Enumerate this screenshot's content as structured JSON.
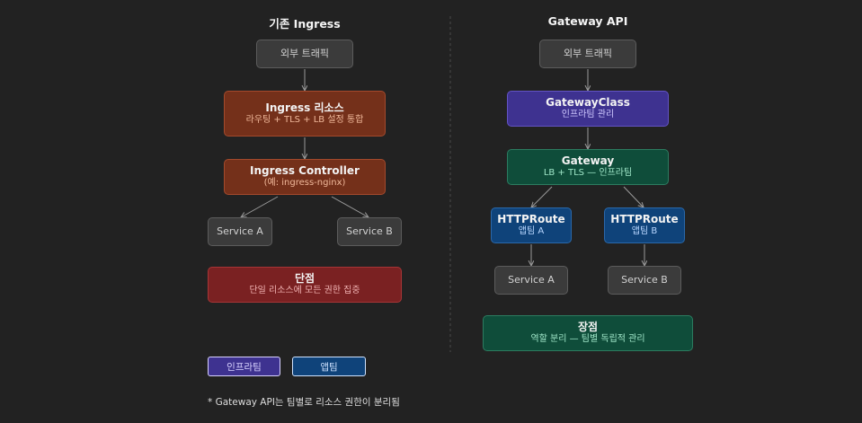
{
  "left": {
    "title": "기존 Ingress",
    "traffic": "외부 트래픽",
    "ingress_resource": {
      "title": "Ingress 리소스",
      "subtitle": "라우팅 + TLS + LB 설정 통합"
    },
    "controller": {
      "title": "Ingress Controller",
      "subtitle": "(예: ingress-nginx)"
    },
    "service_a": "Service A",
    "service_b": "Service B",
    "drawback": {
      "title": "단점",
      "subtitle": "단일 리소스에 모든 권한 집중"
    }
  },
  "right": {
    "title": "Gateway API",
    "traffic": "외부 트래픽",
    "gateway_class": {
      "title": "GatewayClass",
      "subtitle": "인프라팀 관리"
    },
    "gateway": {
      "title": "Gateway",
      "subtitle": "LB + TLS — 인프라팀"
    },
    "route_a": {
      "title": "HTTPRoute",
      "subtitle": "앱팀 A"
    },
    "route_b": {
      "title": "HTTPRoute",
      "subtitle": "앱팀 B"
    },
    "service_a": "Service A",
    "service_b": "Service B",
    "advantage": {
      "title": "장점",
      "subtitle": "역할 분리 — 팀별 독립적 관리"
    }
  },
  "legend": {
    "infra": "인프라팀",
    "app": "앱팀"
  },
  "footnote": "* Gateway API는 팀별로 리소스 권한이 분리됨",
  "colors": {
    "background": "#222222",
    "orange": "#74301a",
    "red": "#7a2122",
    "purple": "#3e3290",
    "teal": "#0f4d3a",
    "blue": "#0f437a",
    "gray": "#3b3b3b"
  }
}
